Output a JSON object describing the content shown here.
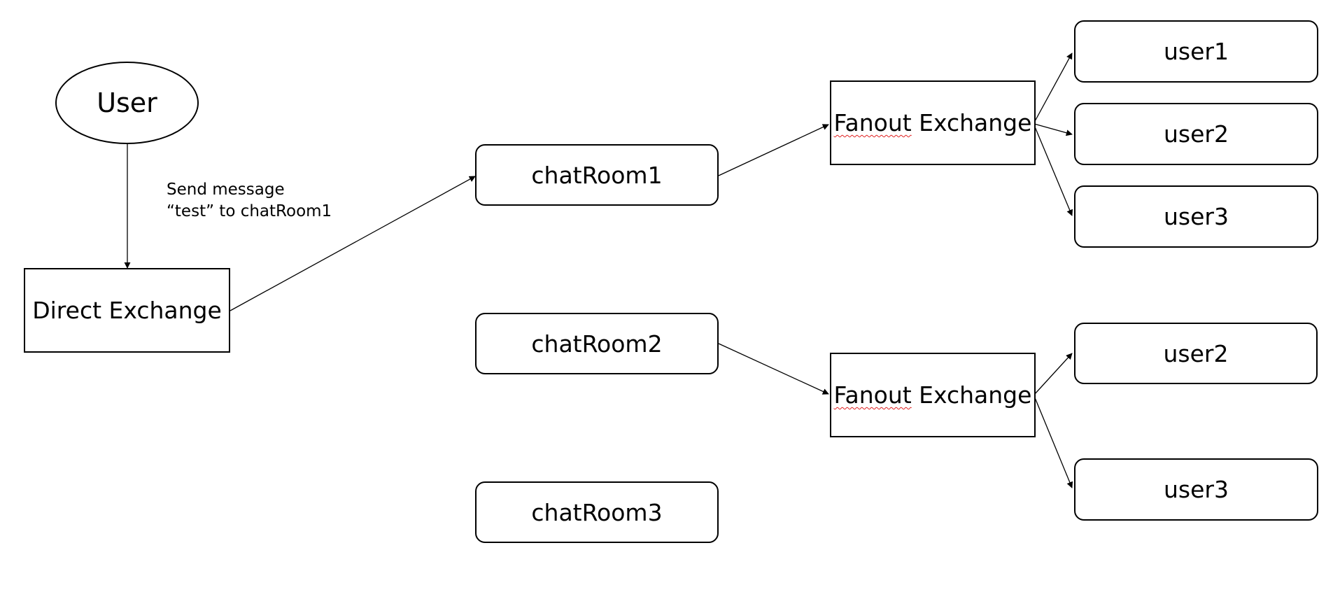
{
  "diagram": {
    "user": {
      "label": "User"
    },
    "direct_exchange": {
      "label": "Direct Exchange"
    },
    "annotation": {
      "line1": "Send message",
      "line2": "“test” to chatRoom1"
    },
    "chat_rooms": [
      {
        "label": "chatRoom1"
      },
      {
        "label": "chatRoom2"
      },
      {
        "label": "chatRoom3"
      }
    ],
    "fanout_exchanges": [
      {
        "word1": "Fanout",
        "word2": " Exchange"
      },
      {
        "word1": "Fanout",
        "word2": " Exchange"
      }
    ],
    "group1_users": [
      {
        "label": "user1"
      },
      {
        "label": "user2"
      },
      {
        "label": "user3"
      }
    ],
    "group2_users": [
      {
        "label": "user2"
      },
      {
        "label": "user3"
      }
    ],
    "colors": {
      "stroke": "#000000",
      "background": "#ffffff",
      "spellcheck_underline": "#e02020"
    }
  }
}
